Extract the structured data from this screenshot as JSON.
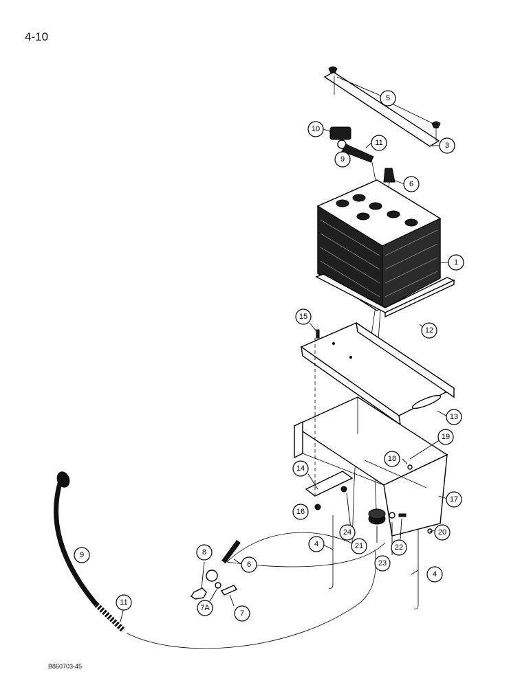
{
  "page_number": "4-10",
  "figure_code": "B860703-45",
  "callouts": {
    "c1": "1",
    "c3": "3",
    "c4a": "4",
    "c4b": "4",
    "c5": "5",
    "c6a": "6",
    "c6b": "6",
    "c7": "7",
    "c7a": "7A",
    "c8": "8",
    "c9a": "9",
    "c9b": "9",
    "c10": "10",
    "c11a": "11",
    "c11b": "11",
    "c12": "12",
    "c13": "13",
    "c14": "14",
    "c15": "15",
    "c16": "16",
    "c17": "17",
    "c18": "18",
    "c19": "19",
    "c20": "20",
    "c21": "21",
    "c22": "22",
    "c23": "23",
    "c24": "24"
  }
}
